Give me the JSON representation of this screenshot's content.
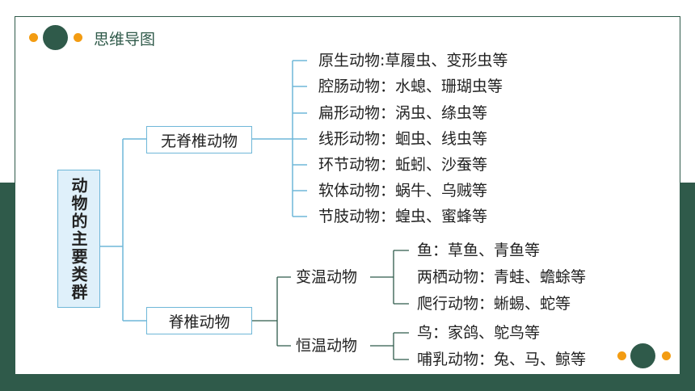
{
  "header": {
    "title": "思维导图"
  },
  "root": {
    "label": "动物的主要类群"
  },
  "invertebrates": {
    "label": "无脊椎动物",
    "items": [
      "原生动物:草履虫、变形虫等",
      "腔肠动物：水螅、珊瑚虫等",
      "扁形动物：涡虫、绦虫等",
      "线形动物：蛔虫、线虫等",
      "环节动物：蚯蚓、沙蚕等",
      "软体动物：蜗牛、乌贼等",
      "节肢动物：蝗虫、蜜蜂等"
    ]
  },
  "vertebrates": {
    "label": "脊椎动物",
    "cold": {
      "label": "变温动物",
      "items": [
        "鱼：草鱼、青鱼等",
        "两栖动物：青蛙、蟾蜍等",
        "爬行动物：蜥蜴、蛇等"
      ]
    },
    "warm": {
      "label": "恒温动物",
      "items": [
        "鸟：家鸽、鸵鸟等",
        "哺乳动物：兔、马、鲸等"
      ]
    }
  },
  "colors": {
    "primary": "#2f5a4a",
    "accent": "#f39c12",
    "connector": "#6fb7d8",
    "root_fill": "#dff0fa"
  }
}
